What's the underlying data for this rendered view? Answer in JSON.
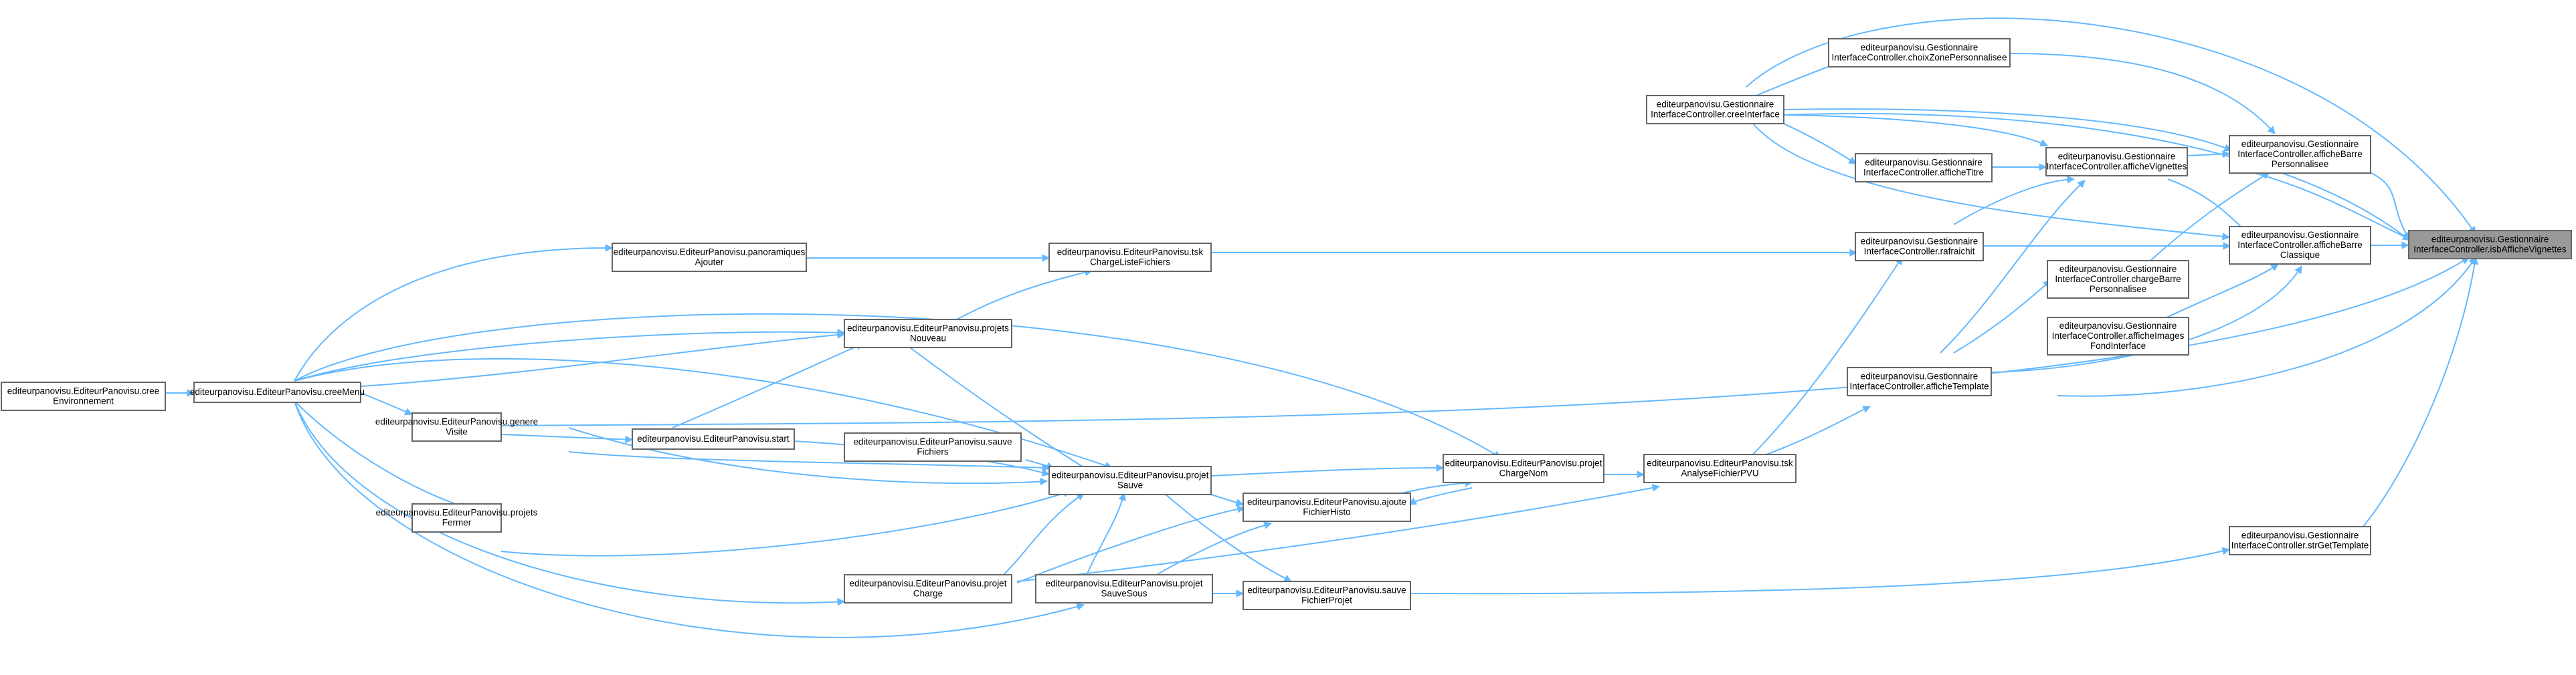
{
  "graph": {
    "nodes": {
      "target": [
        "editeurpanovisu.Gestionnaire",
        "InterfaceController.isbAfficheVignettes"
      ],
      "afficheBarrePerso": [
        "editeurpanovisu.Gestionnaire",
        "InterfaceController.afficheBarre",
        "Personnalisee"
      ],
      "afficheBarreClassique": [
        "editeurpanovisu.Gestionnaire",
        "InterfaceController.afficheBarre",
        "Classique"
      ],
      "strGetTemplate": [
        "editeurpanovisu.Gestionnaire",
        "InterfaceController.strGetTemplate"
      ],
      "choixZone": [
        "editeurpanovisu.Gestionnaire",
        "InterfaceController.choixZonePersonnalisee"
      ],
      "creeInterface": [
        "editeurpanovisu.Gestionnaire",
        "InterfaceController.creeInterface"
      ],
      "afficheVignettes": [
        "editeurpanovisu.Gestionnaire",
        "InterfaceController.afficheVignettes"
      ],
      "afficheTitre": [
        "editeurpanovisu.Gestionnaire",
        "InterfaceController.afficheTitre"
      ],
      "chargeBarre": [
        "editeurpanovisu.Gestionnaire",
        "InterfaceController.chargeBarre",
        "Personnalisee"
      ],
      "afficheImages": [
        "editeurpanovisu.Gestionnaire",
        "InterfaceController.afficheImages",
        "FondInterface"
      ],
      "rafraichit": [
        "editeurpanovisu.Gestionnaire",
        "InterfaceController.rafraichit"
      ],
      "afficheTemplate": [
        "editeurpanovisu.Gestionnaire",
        "InterfaceController.afficheTemplate"
      ],
      "tskAnalyse": [
        "editeurpanovisu.EditeurPanovisu.tsk",
        "AnalyseFichierPVU"
      ],
      "tskCharge": [
        "editeurpanovisu.EditeurPanovisu.tsk",
        "ChargeListeFichiers"
      ],
      "projetChargeNom": [
        "editeurpanovisu.EditeurPanovisu.projet",
        "ChargeNom"
      ],
      "panoAjouter": [
        "editeurpanovisu.EditeurPanovisu.panoramiques",
        "Ajouter"
      ],
      "projetsNouveau": [
        "editeurpanovisu.EditeurPanovisu.projets",
        "Nouveau"
      ],
      "sauveFichiers": [
        "editeurpanovisu.EditeurPanovisu.sauve",
        "Fichiers"
      ],
      "projetSauve": [
        "editeurpanovisu.EditeurPanovisu.projet",
        "Sauve"
      ],
      "ajouteFichierHisto": [
        "editeurpanovisu.EditeurPanovisu.ajoute",
        "FichierHisto"
      ],
      "sauveFichierProjet": [
        "editeurpanovisu.EditeurPanovisu.sauve",
        "FichierProjet"
      ],
      "projetCharge": [
        "editeurpanovisu.EditeurPanovisu.projet",
        "Charge"
      ],
      "projetSauveSous": [
        "editeurpanovisu.EditeurPanovisu.projet",
        "SauveSous"
      ],
      "start": [
        "editeurpanovisu.EditeurPanovisu.start"
      ],
      "genereVisite": [
        "editeurpanovisu.EditeurPanovisu.genere",
        "Visite"
      ],
      "projetsFermer": [
        "editeurpanovisu.EditeurPanovisu.projets",
        "Fermer"
      ],
      "creeMenu": [
        "editeurpanovisu.EditeurPanovisu.creeMenu"
      ],
      "creeEnvironnement": [
        "editeurpanovisu.EditeurPanovisu.cree",
        "Environnement"
      ]
    },
    "colors": {
      "edge": "#63b8ff",
      "node_border": "#666666",
      "selected_fill": "#999999",
      "node_fill": "#ffffff"
    }
  }
}
